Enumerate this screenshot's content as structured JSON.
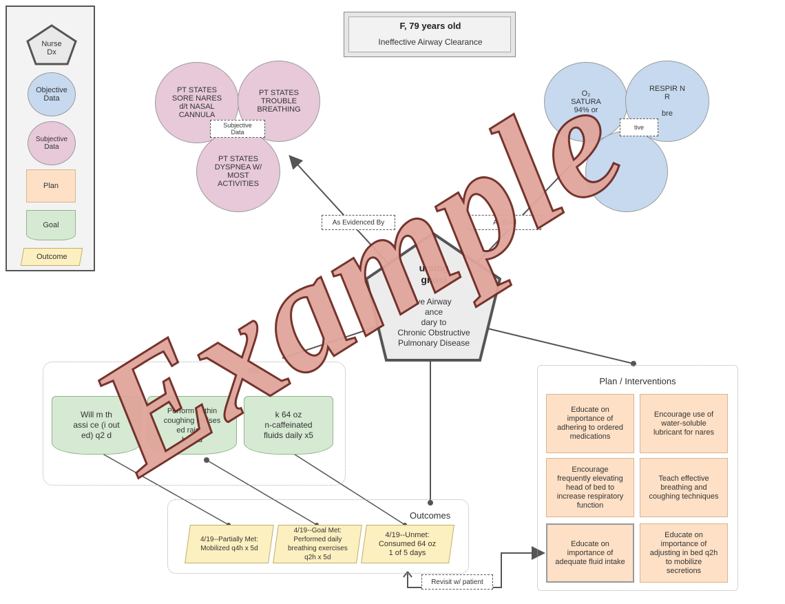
{
  "legend": {
    "nurse_dx": "Nurse\nDx",
    "objective": "Objective\nData",
    "subjective": "Subjective\nData",
    "plan": "Plan",
    "goal": "Goal",
    "outcome": "Outcome"
  },
  "header": {
    "patient": "F, 79 years old",
    "diagnosis": "Ineffective Airway Clearance"
  },
  "subjective_data": {
    "label": "Subjective\nData",
    "items": [
      "PT STATES\nSORE NARES\nd/t NASAL\nCANNULA",
      "PT STATES\nTROUBLE\nBREATHING",
      "PT STATES\nDYSPNEA W/\nMOST\nACTIVITIES"
    ]
  },
  "objective_data": {
    "label": "tive",
    "items": [
      "O₂\nSATURA\n94% or",
      "RESPIR    N\nR\n\nbre",
      ""
    ]
  },
  "connectors": {
    "left": "As Evidenced By",
    "right": "As Evid"
  },
  "nursing_dx": {
    "title": "ursing\ngnosi",
    "body": "ve Airway\nance\ndary to\nChronic Obstructive\nPulmonary Disease"
  },
  "goals": {
    "title": "als",
    "items": [
      "Will m         th\nassi     ce (i     out\n    ed) q2     d",
      "Perform   eathin\ncoughing   ercises\n         ed raised\n           h x 5d",
      "k 64 oz\nn-caffeinated\nfluids daily x5"
    ]
  },
  "outcomes": {
    "title": "Outcomes",
    "items": [
      "4/19--Partially Met:\nMobilized q4h x 5d",
      "4/19--Goal Met:\nPerformed daily\nbreathing exercises\nq2h x 5d",
      "4/19--Unmet:\nConsumed 64 oz\n1 of 5 days"
    ],
    "revisit": "Revisit w/ patient"
  },
  "plan": {
    "title": "Plan / Interventions",
    "items": [
      "Educate on\nimportance of\nadhering to ordered\nmedications",
      "Encourage use of\nwater-soluble\nlubricant for nares",
      "Encourage\nfrequently elevating\nhead of bed to\nincrease respiratory\nfunction",
      "Teach effective\nbreathing and\ncoughing techniques",
      "Educate on\nimportance of\nadequate fluid intake",
      "Educate on\nimportance of\nadjusting in bed q2h\nto mobilize\nsecretions"
    ]
  },
  "watermark": "Example",
  "colors": {
    "subjective": "#e7c9d9",
    "objective": "#c6d9ef",
    "plan": "#fde0c6",
    "goal": "#d6ead3",
    "outcome": "#fdf0c0",
    "watermark": "#e0a59b"
  }
}
